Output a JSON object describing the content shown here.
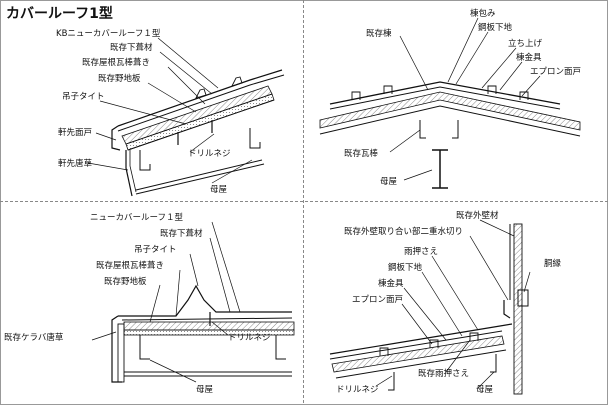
{
  "title": "カバールーフ1型",
  "panels": {
    "tl": {
      "labels": [
        {
          "key": "kb",
          "text": "KBニューカバールーフ１型"
        },
        {
          "key": "kakozai",
          "text": "既存下葺材"
        },
        {
          "key": "kawara",
          "text": "既存屋根瓦棒葺き"
        },
        {
          "key": "noji",
          "text": "既存野地板"
        },
        {
          "key": "tsuri",
          "text": "吊子タイト"
        },
        {
          "key": "nokimen",
          "text": "軒先面戸"
        },
        {
          "key": "nokikara",
          "text": "軒先唐草"
        },
        {
          "key": "drill",
          "text": "ドリルネジ"
        },
        {
          "key": "moya",
          "text": "母屋"
        }
      ]
    },
    "tr": {
      "labels": [
        {
          "key": "munezutsumi",
          "text": "棟包み"
        },
        {
          "key": "kohan",
          "text": "鋼板下地"
        },
        {
          "key": "kizonmune",
          "text": "既存棟"
        },
        {
          "key": "tachiage",
          "text": "立ち上げ"
        },
        {
          "key": "munekana",
          "text": "棟金具"
        },
        {
          "key": "apron",
          "text": "エプロン面戸"
        },
        {
          "key": "kawarabou",
          "text": "既存瓦棒"
        },
        {
          "key": "moya",
          "text": "母屋"
        }
      ]
    },
    "bl": {
      "labels": [
        {
          "key": "new",
          "text": "ニューカバールーフ１型"
        },
        {
          "key": "kakozai",
          "text": "既存下葺材"
        },
        {
          "key": "tsuri",
          "text": "吊子タイト"
        },
        {
          "key": "kawara",
          "text": "既存屋根瓦棒葺き"
        },
        {
          "key": "noji",
          "text": "既存野地板"
        },
        {
          "key": "kerabakara",
          "text": "既存ケラバ唐草"
        },
        {
          "key": "drill",
          "text": "ドリルネジ"
        },
        {
          "key": "moya",
          "text": "母屋"
        }
      ]
    },
    "br": {
      "labels": [
        {
          "key": "gaiheki",
          "text": "既存外壁材"
        },
        {
          "key": "toriai",
          "text": "既存外壁取り合い部二重水切り"
        },
        {
          "key": "amaosae",
          "text": "雨押さえ"
        },
        {
          "key": "kohan",
          "text": "鋼板下地"
        },
        {
          "key": "munekana",
          "text": "棟金具"
        },
        {
          "key": "apron",
          "text": "エプロン面戸"
        },
        {
          "key": "doubuchi",
          "text": "胴縁"
        },
        {
          "key": "drill",
          "text": "ドリルネジ"
        },
        {
          "key": "amaosae_old",
          "text": "既存雨押さえ"
        },
        {
          "key": "moya",
          "text": "母屋"
        }
      ]
    }
  }
}
